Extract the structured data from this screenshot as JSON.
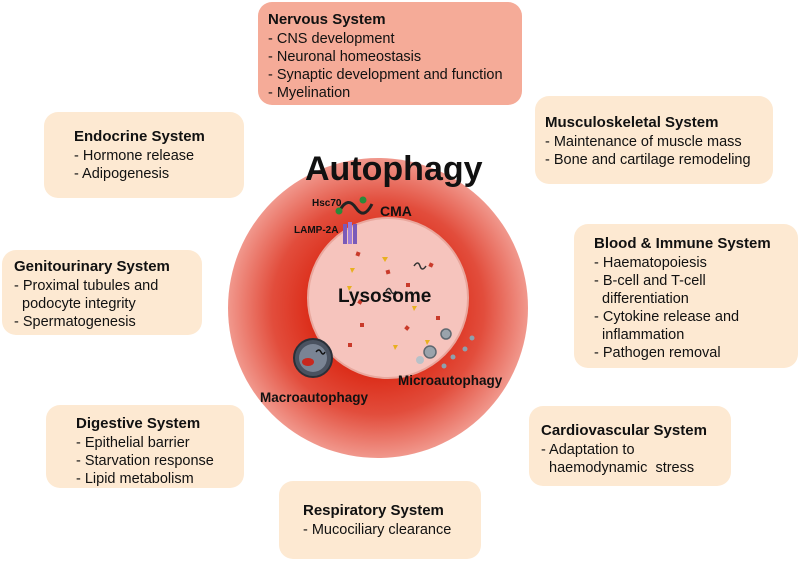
{
  "center": {
    "title": "Autophagy",
    "lysosome": "Lysosome",
    "cma": "CMA",
    "hsc70": "Hsc70",
    "lamp2a": "LAMP-2A",
    "microautophagy": "Microautophagy",
    "macroautophagy": "Macroautophagy"
  },
  "systems": {
    "nervous": {
      "title": "Nervous System",
      "items": [
        "- CNS development",
        "- Neuronal homeostasis",
        "- Synaptic development and function",
        "- Myelination"
      ]
    },
    "musculoskeletal": {
      "title": "Musculoskeletal System",
      "items": [
        "- Maintenance of muscle mass",
        "- Bone and cartilage remodeling"
      ]
    },
    "endocrine": {
      "title": "Endocrine System",
      "items": [
        "- Hormone release",
        "- Adipogenesis"
      ]
    },
    "genitourinary": {
      "title": "Genitourinary System",
      "items": [
        "- Proximal tubules and",
        "  podocyte integrity",
        "- Spermatogenesis"
      ]
    },
    "blood_immune": {
      "title": "Blood & Immune System",
      "items": [
        "- Haematopoiesis",
        "- B-cell and T-cell",
        "  differentiation",
        "- Cytokine release and",
        "  inflammation",
        "- Pathogen removal"
      ]
    },
    "digestive": {
      "title": "Digestive System",
      "items": [
        "- Epithelial barrier",
        "- Starvation response",
        "- Lipid metabolism"
      ]
    },
    "cardiovascular": {
      "title": "Cardiovascular System",
      "items": [
        "- Adaptation to",
        "  haemodynamic  stress"
      ]
    },
    "respiratory": {
      "title": "Respiratory System",
      "items": [
        "- Mucociliary clearance"
      ]
    }
  },
  "colors": {
    "nervous_box": "#f5ab98",
    "system_box": "#fde9d2",
    "glow_core": "#d42010",
    "lysosome_fill": "#f6c4bd"
  }
}
